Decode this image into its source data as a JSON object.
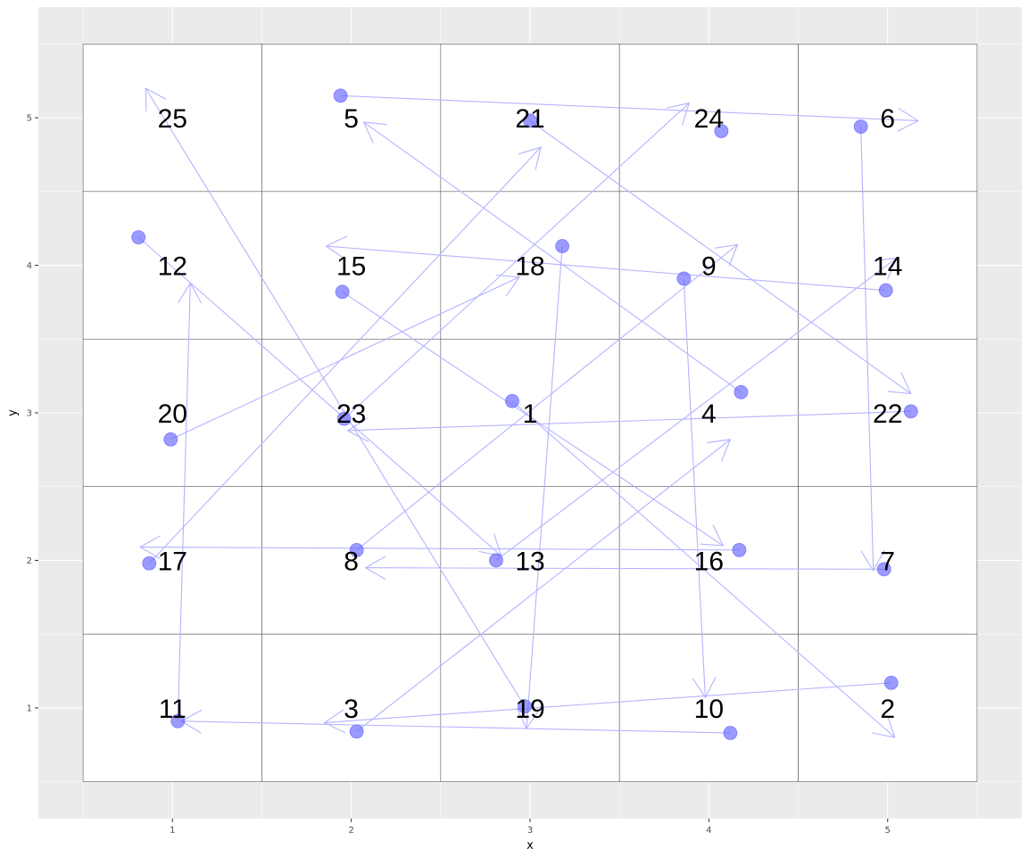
{
  "chart_data": {
    "type": "scatter",
    "xlabel": "x",
    "ylabel": "y",
    "xlim": [
      0.25,
      5.75
    ],
    "ylim": [
      0.25,
      5.75
    ],
    "x_ticks": [
      1,
      2,
      3,
      4,
      5
    ],
    "y_ticks": [
      1,
      2,
      3,
      4,
      5
    ],
    "grid": true,
    "colors": {
      "panel_background": "#ebebeb",
      "grid_line": "#ffffff",
      "tile_fill": "#ffffff",
      "tile_border": "#595959",
      "point": "#6666ff",
      "arrow": "#b3b3ff"
    },
    "tile_labels": [
      {
        "x": 1,
        "y": 5,
        "label": "25"
      },
      {
        "x": 2,
        "y": 5,
        "label": "5"
      },
      {
        "x": 3,
        "y": 5,
        "label": "21"
      },
      {
        "x": 4,
        "y": 5,
        "label": "24"
      },
      {
        "x": 5,
        "y": 5,
        "label": "6"
      },
      {
        "x": 1,
        "y": 4,
        "label": "12"
      },
      {
        "x": 2,
        "y": 4,
        "label": "15"
      },
      {
        "x": 3,
        "y": 4,
        "label": "18"
      },
      {
        "x": 4,
        "y": 4,
        "label": "9"
      },
      {
        "x": 5,
        "y": 4,
        "label": "14"
      },
      {
        "x": 1,
        "y": 3,
        "label": "20"
      },
      {
        "x": 2,
        "y": 3,
        "label": "23"
      },
      {
        "x": 3,
        "y": 3,
        "label": "1"
      },
      {
        "x": 4,
        "y": 3,
        "label": "4"
      },
      {
        "x": 5,
        "y": 3,
        "label": "22"
      },
      {
        "x": 1,
        "y": 2,
        "label": "17"
      },
      {
        "x": 2,
        "y": 2,
        "label": "8"
      },
      {
        "x": 3,
        "y": 2,
        "label": "13"
      },
      {
        "x": 4,
        "y": 2,
        "label": "16"
      },
      {
        "x": 5,
        "y": 2,
        "label": "7"
      },
      {
        "x": 1,
        "y": 1,
        "label": "11"
      },
      {
        "x": 2,
        "y": 1,
        "label": "3"
      },
      {
        "x": 3,
        "y": 1,
        "label": "19"
      },
      {
        "x": 4,
        "y": 1,
        "label": "10"
      },
      {
        "x": 5,
        "y": 1,
        "label": "2"
      }
    ],
    "points": [
      {
        "x": 2.9,
        "y": 3.08
      },
      {
        "x": 5.02,
        "y": 1.17
      },
      {
        "x": 2.03,
        "y": 0.84
      },
      {
        "x": 4.18,
        "y": 3.14
      },
      {
        "x": 1.94,
        "y": 5.15
      },
      {
        "x": 4.85,
        "y": 4.94
      },
      {
        "x": 4.98,
        "y": 1.94
      },
      {
        "x": 2.03,
        "y": 2.07
      },
      {
        "x": 3.86,
        "y": 3.91
      },
      {
        "x": 4.12,
        "y": 0.83
      },
      {
        "x": 1.03,
        "y": 0.91
      },
      {
        "x": 0.81,
        "y": 4.19
      },
      {
        "x": 2.81,
        "y": 2.0
      },
      {
        "x": 4.99,
        "y": 3.83
      },
      {
        "x": 1.95,
        "y": 3.82
      },
      {
        "x": 4.17,
        "y": 2.07
      },
      {
        "x": 0.87,
        "y": 1.98
      },
      {
        "x": 3.18,
        "y": 4.13
      },
      {
        "x": 2.97,
        "y": 1.01
      },
      {
        "x": 0.99,
        "y": 2.82
      },
      {
        "x": 3.0,
        "y": 4.98
      },
      {
        "x": 5.13,
        "y": 3.01
      },
      {
        "x": 1.96,
        "y": 2.96
      },
      {
        "x": 4.07,
        "y": 4.91
      }
    ],
    "arrows": [
      {
        "from": [
          2.9,
          3.08
        ],
        "to": [
          5.04,
          0.8
        ]
      },
      {
        "from": [
          5.02,
          1.17
        ],
        "to": [
          1.85,
          0.9
        ]
      },
      {
        "from": [
          2.03,
          0.84
        ],
        "to": [
          4.12,
          2.82
        ]
      },
      {
        "from": [
          4.18,
          3.14
        ],
        "to": [
          2.07,
          4.97
        ]
      },
      {
        "from": [
          1.94,
          5.15
        ],
        "to": [
          5.17,
          4.98
        ]
      },
      {
        "from": [
          4.85,
          4.94
        ],
        "to": [
          4.92,
          1.93
        ]
      },
      {
        "from": [
          4.98,
          1.94
        ],
        "to": [
          2.08,
          1.95
        ]
      },
      {
        "from": [
          2.03,
          2.07
        ],
        "to": [
          4.16,
          4.14
        ]
      },
      {
        "from": [
          3.86,
          3.91
        ],
        "to": [
          3.98,
          1.07
        ]
      },
      {
        "from": [
          4.12,
          0.83
        ],
        "to": [
          1.05,
          0.91
        ]
      },
      {
        "from": [
          1.03,
          0.91
        ],
        "to": [
          1.1,
          3.88
        ]
      },
      {
        "from": [
          0.81,
          4.19
        ],
        "to": [
          2.84,
          2.03
        ]
      },
      {
        "from": [
          2.81,
          2.0
        ],
        "to": [
          5.05,
          4.05
        ]
      },
      {
        "from": [
          4.99,
          3.83
        ],
        "to": [
          1.86,
          4.13
        ]
      },
      {
        "from": [
          1.95,
          3.82
        ],
        "to": [
          4.08,
          2.1
        ]
      },
      {
        "from": [
          4.17,
          2.07
        ],
        "to": [
          0.82,
          2.09
        ]
      },
      {
        "from": [
          0.87,
          1.98
        ],
        "to": [
          3.06,
          4.8
        ]
      },
      {
        "from": [
          3.18,
          4.13
        ],
        "to": [
          2.98,
          0.86
        ]
      },
      {
        "from": [
          2.97,
          1.01
        ],
        "to": [
          0.85,
          5.2
        ]
      },
      {
        "from": [
          0.99,
          2.82
        ],
        "to": [
          2.94,
          3.92
        ]
      },
      {
        "from": [
          3.0,
          4.98
        ],
        "to": [
          5.13,
          3.13
        ]
      },
      {
        "from": [
          5.13,
          3.01
        ],
        "to": [
          1.98,
          2.88
        ]
      },
      {
        "from": [
          1.96,
          2.96
        ],
        "to": [
          3.89,
          5.1
        ]
      }
    ]
  }
}
